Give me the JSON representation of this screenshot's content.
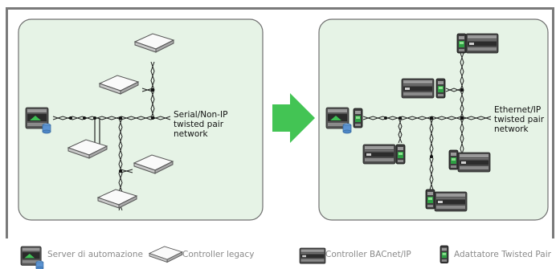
{
  "left_panel": {
    "network_label": [
      "Serial/Non-IP",
      "twisted pair",
      "network"
    ]
  },
  "right_panel": {
    "network_label": [
      "Ethernet/IP",
      "twisted pair",
      "network"
    ]
  },
  "legend": {
    "automation_server": "Server di automazione",
    "legacy_controller": "Controller legacy",
    "bacnet_controller": "Controller BACnet/IP",
    "twisted_pair_adapter": "Adattatore Twisted Pair"
  },
  "colors": {
    "panel_fill": "#e6f3e6",
    "panel_border": "#707070",
    "arrow": "#43c454",
    "frame": "#7a7a7a"
  }
}
